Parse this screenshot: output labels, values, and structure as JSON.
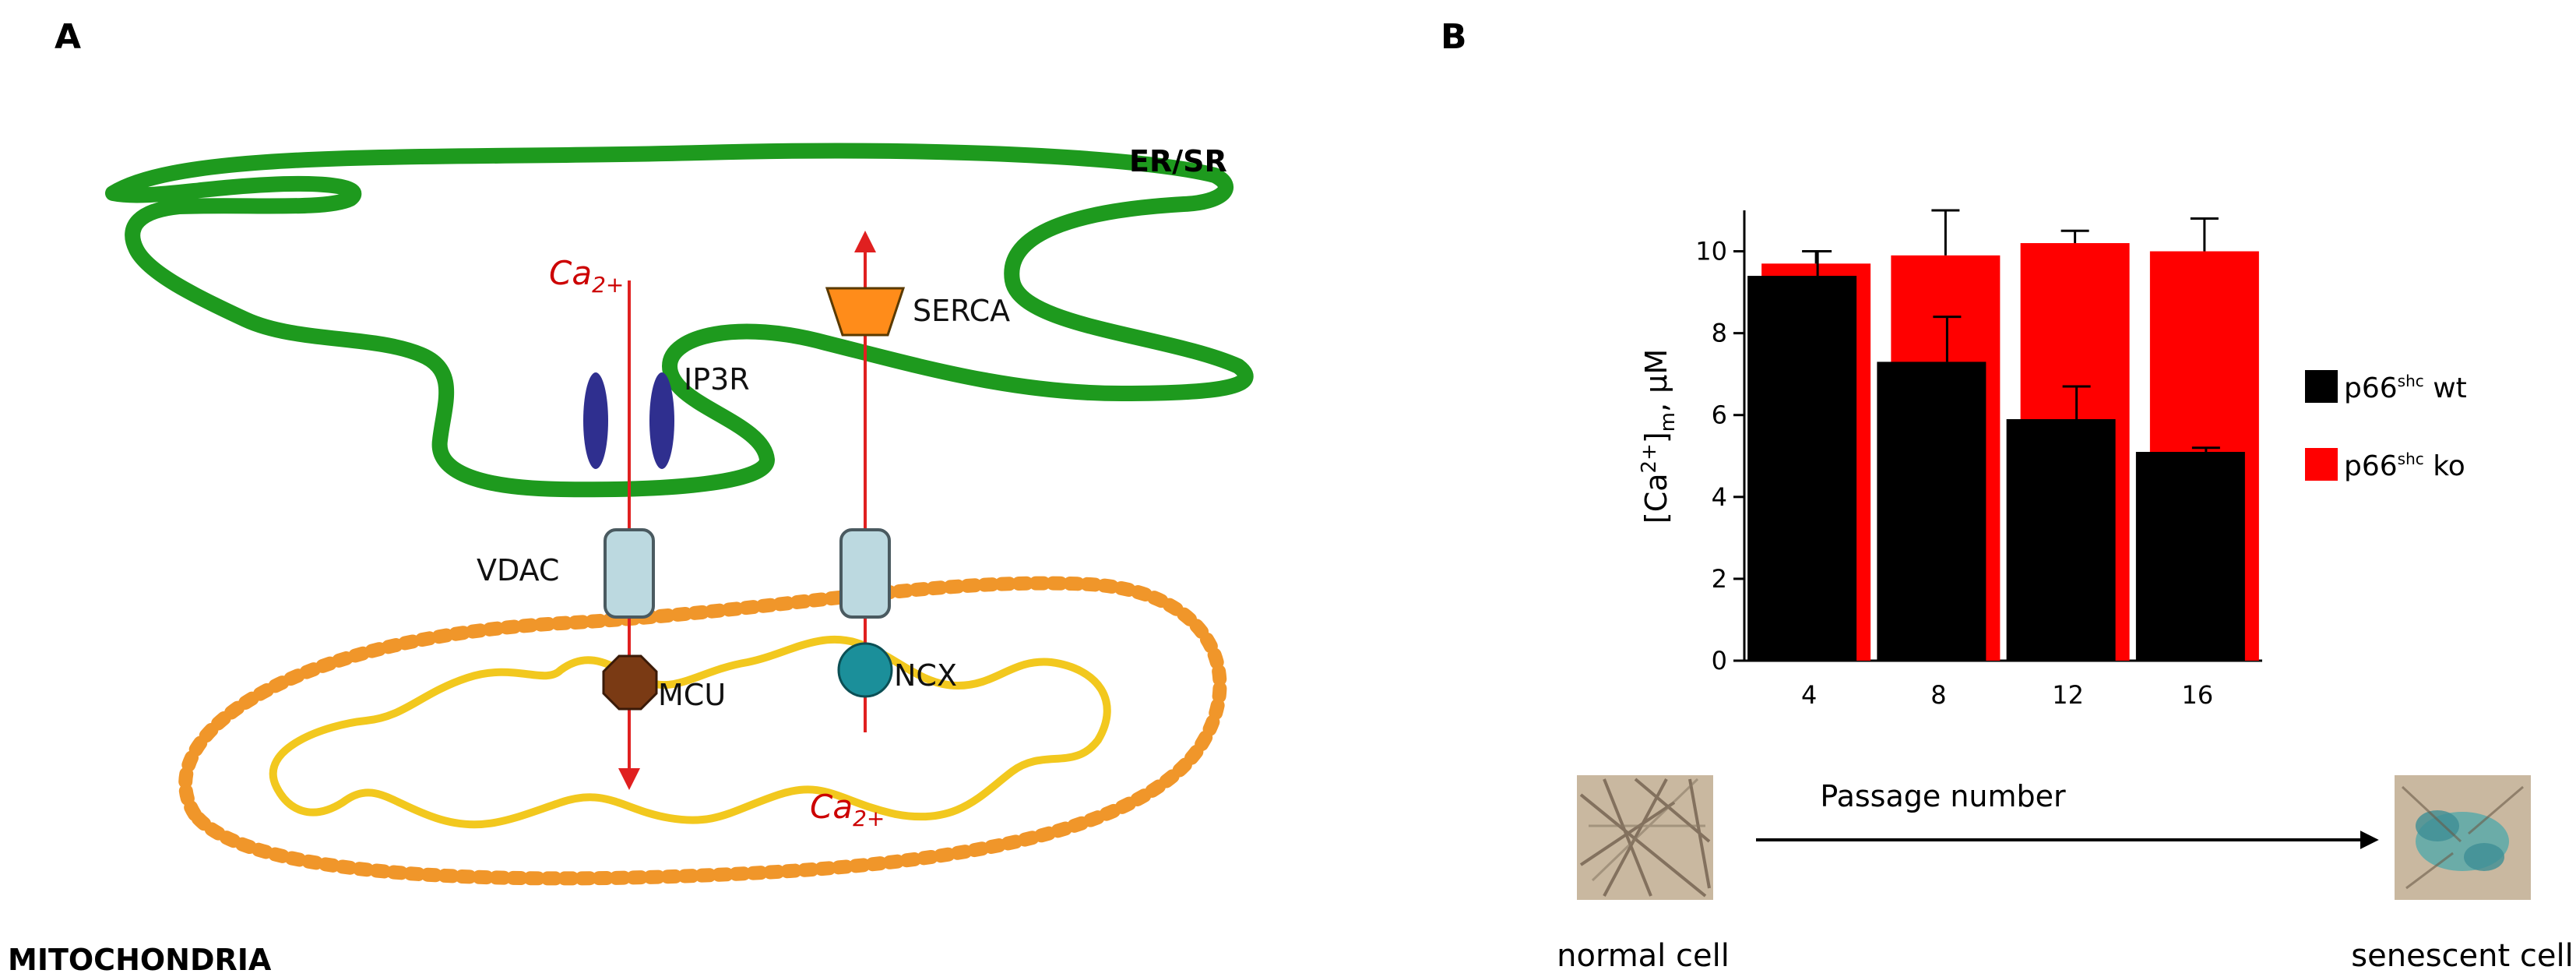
{
  "panels": {
    "a_label": "A",
    "b_label": "B"
  },
  "diagram": {
    "er_label": "ER/SR",
    "mito_label": "MITOCHONDRIA",
    "ca_top": "Ca",
    "ca_top_sub": "2+",
    "ca_bottom": "Ca",
    "ca_bottom_sub": "2+",
    "ip3r": "IP3R",
    "serca": "SERCA",
    "vdac": "VDAC",
    "mcu": "MCU",
    "ncx": "NCX",
    "colors": {
      "er": "#1e9a1e",
      "mito_outer": "#f0962a",
      "mito_inner": "#f2c81e",
      "ip3r": "#2f2f8f",
      "serca": "#ff8c1a",
      "vdac": "#bcd9e0",
      "mcu": "#7a3a14",
      "ncx": "#1b8f9a",
      "arrow": "#e02020"
    }
  },
  "chart_data": {
    "type": "bar",
    "categories": [
      "4",
      "8",
      "12",
      "16"
    ],
    "series": [
      {
        "name": "p66shc wt",
        "name_base": "p66",
        "name_sup": "shc",
        "name_suffix": " wt",
        "color": "#000000",
        "values": [
          9.4,
          7.3,
          5.9,
          5.1
        ],
        "errors": [
          0.6,
          1.1,
          0.8,
          0.1
        ]
      },
      {
        "name": "p66shc ko",
        "name_base": "p66",
        "name_sup": "shc",
        "name_suffix": " ko",
        "color": "#ff0000",
        "values": [
          9.7,
          9.9,
          10.2,
          10.0
        ],
        "errors": [
          0.3,
          1.1,
          0.3,
          0.8
        ]
      }
    ],
    "ylim": [
      0,
      11
    ],
    "yticks": [
      "0",
      "2",
      "4",
      "6",
      "8",
      "10"
    ],
    "ylabel": "[Ca2+]m, µM",
    "ylabel_parts": {
      "open": "[Ca",
      "sup": "2+",
      "close": "]",
      "sub": "m",
      "unit": ", µM"
    },
    "xlabel": "Passage number",
    "legend": "right",
    "grid": false
  },
  "captions": {
    "left": "normal cell",
    "right": "senescent cell"
  }
}
